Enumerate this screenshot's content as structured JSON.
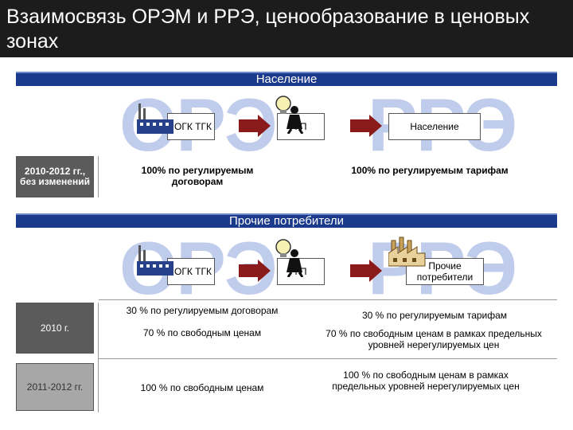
{
  "title": "Взаимосвязь ОРЭМ и РРЭ, ценообразование в ценовых зонах",
  "watermarks": {
    "orem": "ОРЭ",
    "rre": "РРЭ"
  },
  "section1": {
    "band": "Население",
    "gen_box": "ОГК ТГК",
    "gp_box": "ГП",
    "consumer_box": "Население",
    "period": "2010-2012 гг., без изменений",
    "left_text": "100% по регулируемым договорам",
    "right_text": "100% по регулируемым тарифам"
  },
  "section2": {
    "band": "Прочие потребители",
    "gen_box": "ОГК ТГК",
    "gp_box": "ГП",
    "consumer_box": "Прочие потребители",
    "rows": [
      {
        "period": "2010 г.",
        "left_1": "30 % по регулируемым договорам",
        "left_2": "70 % по свободным ценам",
        "right_1": "30 % по регулируемым тарифам",
        "right_2": "70 % по свободным ценам в рамках предельных уровней нерегулируемых цен"
      },
      {
        "period": "2011-2012 гг.",
        "left": "100 % по свободным ценам",
        "right": "100 % по свободным ценам в рамках предельных уровней нерегулируемых цен"
      }
    ]
  },
  "colors": {
    "band": "#1b3a8c",
    "arrow": "#8b1a1a",
    "watermark": "#8ea3dd"
  }
}
